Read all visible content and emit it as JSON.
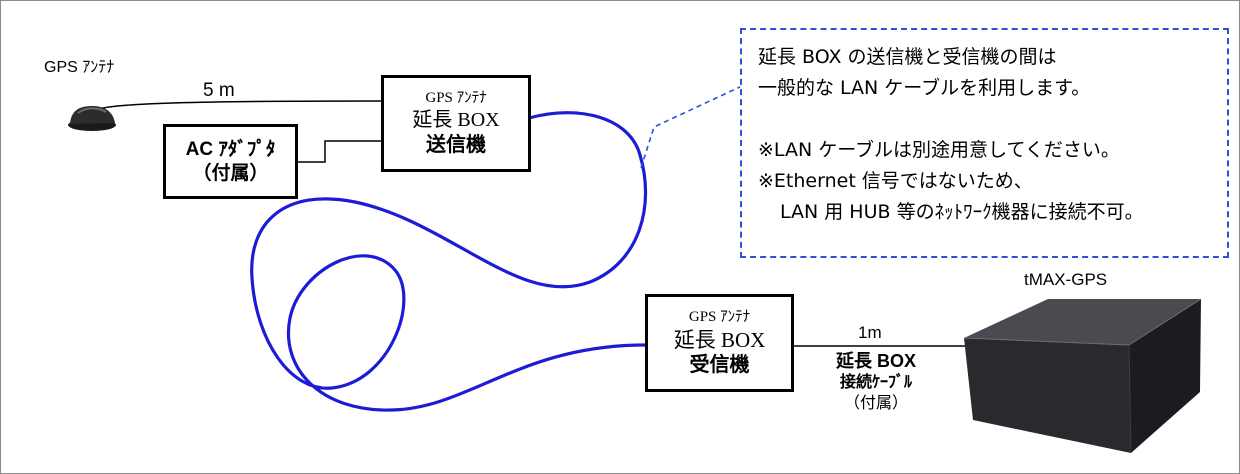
{
  "diagram": {
    "antenna_label": "GPS ｱﾝﾃﾅ",
    "cable_5m_label": "5 m",
    "ac_adapter": {
      "line1": "AC ｱﾀﾞﾌﾟﾀ",
      "line2": "（付属）"
    },
    "transmitter_box": {
      "line1": "GPS ｱﾝﾃﾅ",
      "line2": "延長 BOX",
      "line3": "送信機"
    },
    "receiver_box": {
      "line1": "GPS ｱﾝﾃﾅ",
      "line2": "延長 BOX",
      "line3": "受信機"
    },
    "cable_1m_label": "1m",
    "connection_cable": {
      "line1": "延長 BOX",
      "line2": "接続ｹｰﾌﾞﾙ",
      "line3": "（付属）"
    },
    "device_label": "tMAX-GPS",
    "callout": {
      "line1": "延長 BOX の送信機と受信機の間は",
      "line2": "一般的な LAN ケーブルを利用します。",
      "line3": "※LAN ケーブルは別途用意してください。",
      "line4": "※Ethernet 信号ではないため、",
      "line5": "LAN 用 HUB 等のﾈｯﾄﾜｰｸ機器に接続不可。"
    }
  },
  "colors": {
    "lan_cable": "#1c1cd6",
    "callout_border": "#2f4fd8",
    "frame": "#8a8a8a",
    "device_body": "#2a2a2e"
  },
  "icons": {
    "antenna": "gps-antenna-icon",
    "device": "tmax-gps-device-icon"
  }
}
